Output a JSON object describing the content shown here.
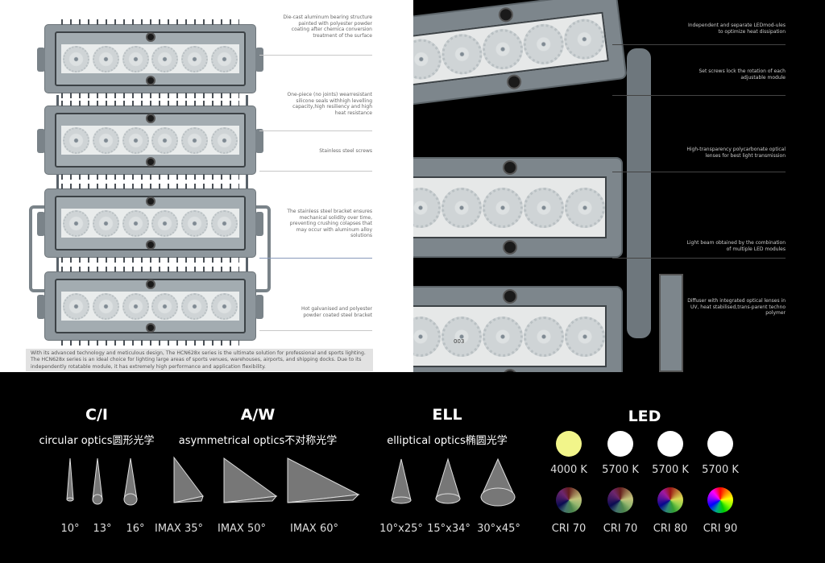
{
  "left_notes": [
    "Die-cast aluminum bearing structure painted with polyester powder coating after chemica conversion treatment of the surface",
    "One-piece (no joints) wearresistant silicone seals withhigh levelling capacity,high resiliency and high heat resistance",
    "Stainless steel screws",
    "The stainless steel bracket ensures mechanical solidity over time, preventing crushing colapses that may occur with aluminum alloy solutions",
    "Hot galvanised and polyester powder coated steel bracket"
  ],
  "description": "With its advanced technology and meticulous design, The HCN628x series is the ultimate solution for professional and sports lighting. The HCN628x series is an ideal choice for lighting large areas of sports venues, warehouses, airports, and shipping docks. Due to its independently rotatable module, it has extremely high performance and application flexibility.",
  "right_notes": [
    "Independent and separate LEDmod-ules to optimize heat dissipation",
    "Set screws lock the rotation of each adjustable module",
    "High-transparency polycarbonate optical lenses for best light transmission",
    "Light beam obtained by the combination of multiple LED modules",
    "Diffuser with integrated optical lenses in UV, heat stabilised,trans-parent techno polymer"
  ],
  "module_label": "003",
  "optics": {
    "ci": {
      "title": "C/I",
      "subtitle": "circular optics圆形光学",
      "labels": [
        "10°",
        "13°",
        "16°"
      ]
    },
    "aw": {
      "title": "A/W",
      "subtitle": "asymmetrical optics不对称光学",
      "labels": [
        "IMAX 35°",
        "IMAX 50°",
        "IMAX 60°"
      ]
    },
    "ell": {
      "title": "ELL",
      "subtitle": "elliptical optics椭圆光学",
      "labels": [
        "10°x25°",
        "15°x34°",
        "30°x45°"
      ]
    },
    "led": {
      "title": "LED",
      "cct": [
        "4000 K",
        "5700 K",
        "5700 K",
        "5700 K"
      ],
      "cct_colors": [
        "#f2f58a",
        "#ffffff",
        "#ffffff",
        "#ffffff"
      ],
      "cri": [
        "CRI 70",
        "CRI 70",
        "CRI 80",
        "CRI 90"
      ],
      "cri_saturation": [
        0.35,
        0.35,
        0.6,
        1.0
      ]
    }
  }
}
